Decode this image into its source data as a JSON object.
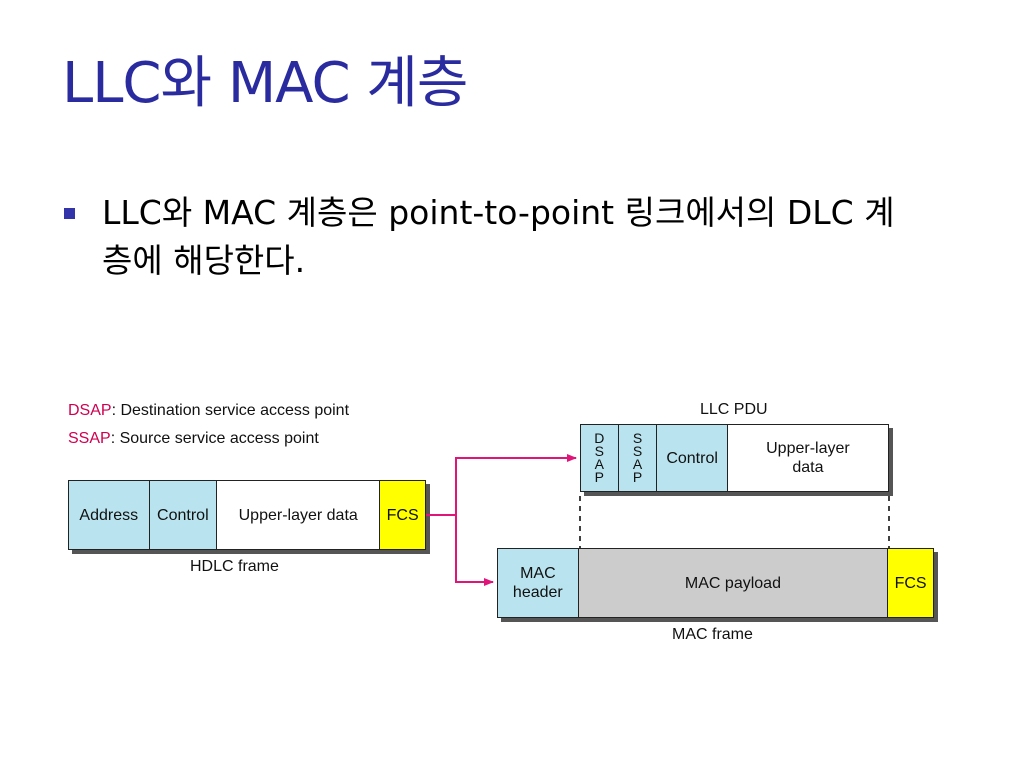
{
  "slide": {
    "title": "LLC와 MAC 계층",
    "bullet": "LLC와 MAC 계층은 point-to-point 링크에서의 DLC 계층에 해당한다."
  },
  "legend": {
    "dsap_abbr": "DSAP",
    "dsap_desc": ": Destination service access point",
    "ssap_abbr": "SSAP",
    "ssap_desc": ": Source service access point"
  },
  "hdlc": {
    "caption": "HDLC frame",
    "fields": [
      "Address",
      "Control",
      "Upper-layer data",
      "FCS"
    ]
  },
  "llc": {
    "caption": "LLC PDU",
    "dsap_letters": [
      "D",
      "S",
      "A",
      "P"
    ],
    "ssap_letters": [
      "S",
      "S",
      "A",
      "P"
    ],
    "control": "Control",
    "data": "Upper-layer data"
  },
  "mac": {
    "caption": "MAC frame",
    "header": "MAC header",
    "payload": "MAC payload",
    "fcs": "FCS"
  },
  "colors": {
    "title": "#2b2ba0",
    "arrow": "#e0157a",
    "field_blue": "#b9e3ee",
    "fcs_yellow": "#ffff00",
    "payload_gray": "#cccccc"
  }
}
